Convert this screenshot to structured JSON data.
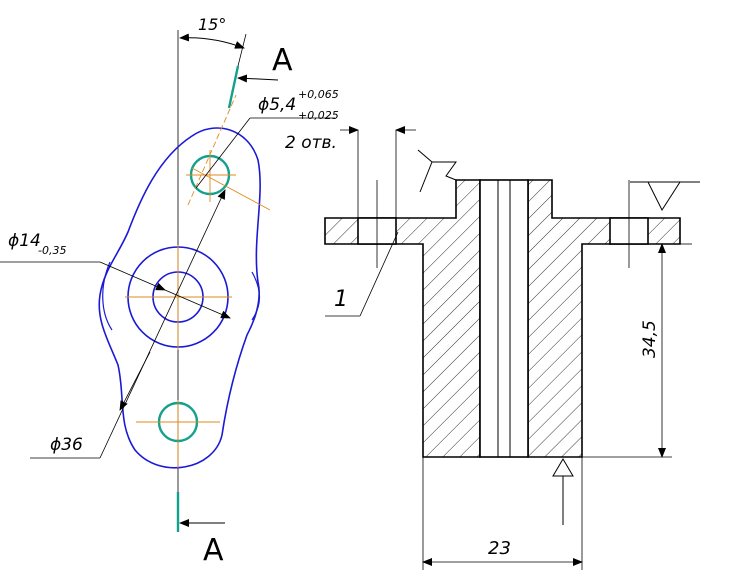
{
  "drawing": {
    "angle_dimension": "15°",
    "section_mark_top": "A",
    "section_mark_bottom": "A",
    "hole": {
      "diameter": "ϕ5,4",
      "tolerance_upper": "+0,065",
      "tolerance_lower": "+0,025",
      "count_note": "2 отв."
    },
    "boss_diameter": {
      "value": "ϕ14",
      "tolerance": "-0,35"
    },
    "bolt_circle_diameter": "ϕ36",
    "callout_number": "1",
    "height_dimension": "34,5",
    "width_dimension": "23",
    "colors": {
      "outline": "#1a1ad6",
      "holes": "#13a08c",
      "centerlines": "#e08a1e",
      "dimensions": "#000000",
      "section_mark": "#13a08c"
    }
  }
}
